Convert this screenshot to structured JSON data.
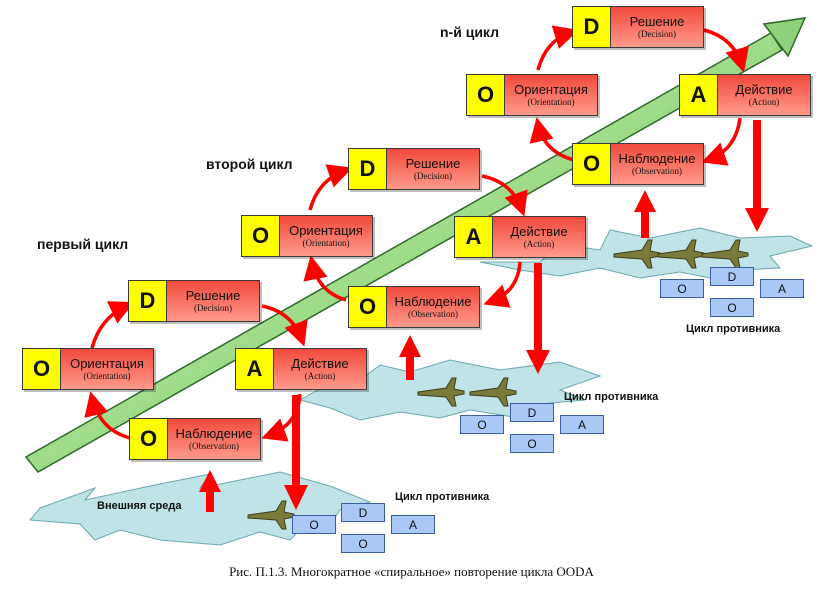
{
  "cycles": {
    "first": "первый цикл",
    "second": "второй цикл",
    "nth": "n-й цикл"
  },
  "boxes": {
    "c1_observe": {
      "letter": "O",
      "ru": "Наблюдение",
      "en": "(Observation)"
    },
    "c1_orient": {
      "letter": "O",
      "ru": "Ориентация",
      "en": "(Orientation)"
    },
    "c1_decide": {
      "letter": "D",
      "ru": "Решение",
      "en": "(Decision)"
    },
    "c1_act": {
      "letter": "A",
      "ru": "Действие",
      "en": "(Action)"
    },
    "c2_observe": {
      "letter": "O",
      "ru": "Наблюдение",
      "en": "(Observation)"
    },
    "c2_orient": {
      "letter": "O",
      "ru": "Ориентация",
      "en": "(Orientation)"
    },
    "c2_decide": {
      "letter": "D",
      "ru": "Решение",
      "en": "(Decision)"
    },
    "c2_act": {
      "letter": "A",
      "ru": "Действие",
      "en": "(Action)"
    },
    "cn_observe": {
      "letter": "O",
      "ru": "Наблюдение",
      "en": "(Observation)"
    },
    "cn_orient": {
      "letter": "O",
      "ru": "Ориентация",
      "en": "(Orientation)"
    },
    "cn_decide": {
      "letter": "D",
      "ru": "Решение",
      "en": "(Decision)"
    },
    "cn_act": {
      "letter": "A",
      "ru": "Действие",
      "en": "(Action)"
    }
  },
  "environment": "Внешняя среда",
  "enemy": {
    "label": "Цикл противника",
    "letters": {
      "o": "O",
      "d": "D",
      "a": "A"
    }
  },
  "caption": "Рис. П.1.3. Многократное «спиральное» повторение цикла OODA",
  "colors": {
    "letter_fill": "#ffff00",
    "box_fill_top": "#f04a3c",
    "box_fill_bottom": "#ff9a8c",
    "arrow_red": "#ff0000",
    "spiral_green": "#9fdc8a",
    "cloud_fill": "#bfe3e6",
    "enemy_box_fill": "#a9c8f6"
  },
  "icons": {
    "aircraft": "fighter-jet-icon"
  }
}
